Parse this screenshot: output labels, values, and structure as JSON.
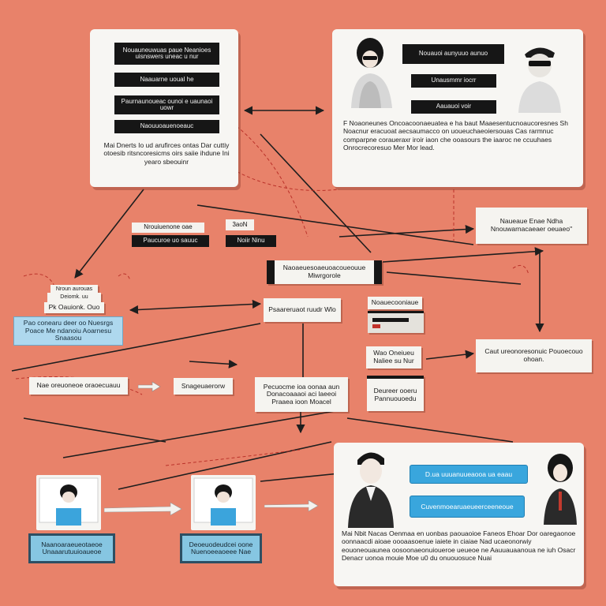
{
  "top_left_card": {
    "bars": [
      "Nouauneuwuas paue Neanioes uisnswers uneac u nur",
      "Naauarne uoual he",
      "Paurnaunoueac ounoi e uaunaoi uowr",
      "Naouuoauenoeauc"
    ],
    "text": "Mai Dnerts Io ud arufirces ontas Dar cuttiy otoesib ritsncoresicms oirs saiie ihdune Ini yearo sbeouinr"
  },
  "top_right_card": {
    "bars": [
      "Nouauoi aunyuuo aunuo",
      "Unausmmr iocrr",
      "Aauauoi voir"
    ],
    "text": "F Noaoneunes Oncoacoonaeuatea e ha baut Maaesentucnoaucoresnes Sh Noacnur eracuoat aecsaumacco on uoueuchaeoiersouas Cas rarmnuc comparpne coraueraxr iroir iaon che ooasours the iaaroc ne ccuuhaes Onrocrecoresuo Mer Mor lead."
  },
  "small_stack_left": [
    "Nrouiuenone oae",
    "Paucuroe uo sauuc"
  ],
  "small_stack_right": [
    "3aoN",
    "Noiir Ninu"
  ],
  "hub_label": "Naoaeuesoaeuoacoueouue Miwrgorole",
  "center_node": "Psaareruaot ruudr Wlo",
  "left_stack": [
    "Nroun aurouas",
    "Deiomk. uu",
    "Pk Oauionk. Ouo"
  ],
  "left_blue_box": "Pao conearu deer oo Nuesrgs Poace Me ndanoiu Aoarnesu Snaasou",
  "right_top_label": "Naueaue Enae Ndha Nnouwarnacaeaer oeuaeo\"",
  "right_mid_label": "Caut ureonoresonuic Pouoecouo ohoan.",
  "device_top": "Noauecooniaue",
  "device_mid": "Wao Oneiueu Naliee su Nur",
  "device_bottom": "Deureer ooeru Pannuouoedu",
  "flow_row": [
    "Nae oreuoneoe oraoecuauu",
    "Snageuaerorw",
    "Pecuocme ioa oonaa aun Donacoaaaoi aci laeeoi Praaea ioon Moacel"
  ],
  "bottom_panels": [
    "Naanoaraeueotaeoe Unaaarutuuioaueoe",
    "Deoeuodeudcei oone Nuenoeeaoeee Nae"
  ],
  "bottom_right_card": {
    "buttons": [
      "D.ua uuuanuueaooa ua eaau",
      "Cuvenmoearuaeueerceeneoue"
    ],
    "text": "Mai Nbit Nacas Oenmaa en uonbas paouaoioe Faneos Ehoar Dor oaregaonoe oonnaacdi aioae oooaasoenue iaiete in ciaiae Nad ucaeonorwiy eouoneouaunea oosoonaeonuioueroe ueueoe ne Aauuauaanoua ne iuh Osacr Denacr uonoa mouie Moe u0 du onuouosuce Nuai"
  },
  "colors": {
    "background": "#e8826a",
    "card": "#f7f6f3",
    "bar": "#161616",
    "light_blue": "#aed8ee",
    "sky_blue": "#39a6dd",
    "arrow": "#1e1e1e",
    "scribble": "#b3241e"
  },
  "icons": [
    "person-icon",
    "person-sunglasses-icon",
    "laptop-icon",
    "suit-man-icon",
    "suit-woman-icon",
    "arrow-icon"
  ]
}
